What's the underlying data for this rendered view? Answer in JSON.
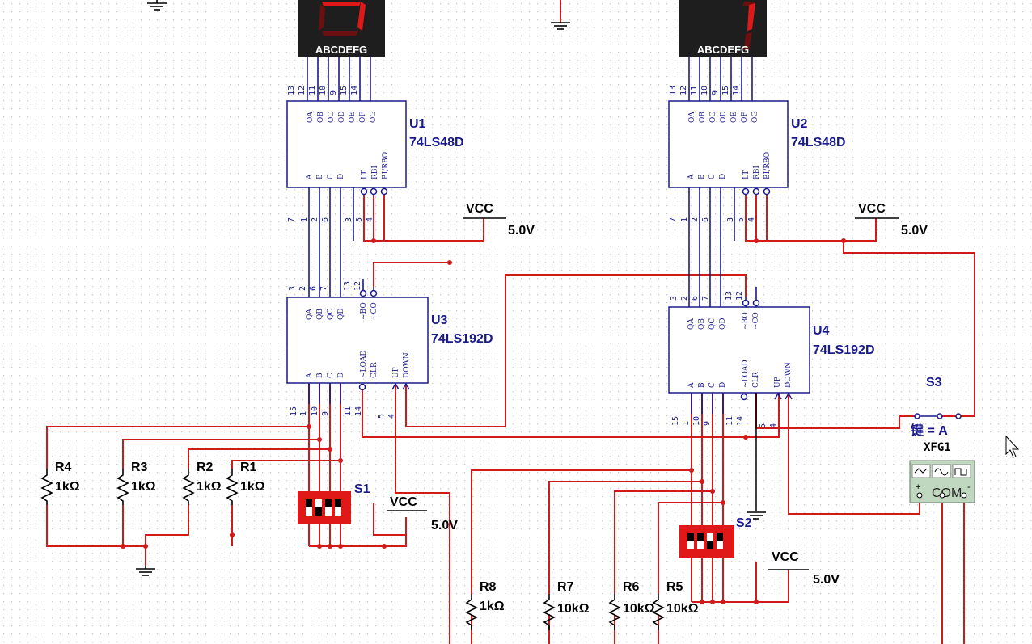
{
  "displays": [
    {
      "segments_label": "ABCDEFG"
    },
    {
      "segments_label": "ABCDEFG"
    }
  ],
  "chips": {
    "u1": {
      "ref": "U1",
      "part": "74LS48D",
      "top_pins": [
        "13",
        "12",
        "11",
        "10",
        "9",
        "15",
        "14"
      ],
      "top_names": [
        "OA",
        "OB",
        "OC",
        "OD",
        "OE",
        "OF",
        "OG"
      ],
      "bottom_names": [
        "A",
        "B",
        "C",
        "D",
        "LT",
        "RBI",
        "BI/RBO"
      ],
      "bottom_pins": [
        "7",
        "1",
        "2",
        "6",
        "3",
        "5",
        "4"
      ]
    },
    "u2": {
      "ref": "U2",
      "part": "74LS48D",
      "top_pins": [
        "13",
        "12",
        "11",
        "10",
        "9",
        "15",
        "14"
      ],
      "top_names": [
        "OA",
        "OB",
        "OC",
        "OD",
        "OE",
        "OF",
        "OG"
      ],
      "bottom_names": [
        "A",
        "B",
        "C",
        "D",
        "LT",
        "RBI",
        "BI/RBO"
      ],
      "bottom_pins": [
        "7",
        "1",
        "2",
        "6",
        "3",
        "5",
        "4"
      ]
    },
    "u3": {
      "ref": "U3",
      "part": "74LS192D",
      "top_pins": [
        "3",
        "2",
        "6",
        "7",
        "13",
        "12"
      ],
      "top_names": [
        "QA",
        "QB",
        "QC",
        "QD",
        "~BO",
        "~CO"
      ],
      "bottom_names": [
        "A",
        "B",
        "C",
        "D",
        "~LOAD",
        "CLR",
        "UP",
        "DOWN"
      ],
      "bottom_pins": [
        "15",
        "1",
        "10",
        "9",
        "11",
        "14",
        "5",
        "4"
      ]
    },
    "u4": {
      "ref": "U4",
      "part": "74LS192D",
      "top_pins": [
        "3",
        "2",
        "6",
        "7",
        "13",
        "12"
      ],
      "top_names": [
        "QA",
        "QB",
        "QC",
        "QD",
        "~BO",
        "~CO"
      ],
      "bottom_names": [
        "A",
        "B",
        "C",
        "D",
        "~LOAD",
        "CLR",
        "UP",
        "DOWN"
      ],
      "bottom_pins": [
        "15",
        "1",
        "10",
        "9",
        "11",
        "14",
        "5",
        "4"
      ]
    }
  },
  "vcc": [
    {
      "label": "VCC",
      "voltage": "5.0V"
    },
    {
      "label": "VCC",
      "voltage": "5.0V"
    },
    {
      "label": "VCC",
      "voltage": "5.0V"
    },
    {
      "label": "VCC",
      "voltage": "5.0V"
    }
  ],
  "resistors": [
    {
      "ref": "R4",
      "value": "1kΩ"
    },
    {
      "ref": "R3",
      "value": "1kΩ"
    },
    {
      "ref": "R2",
      "value": "1kΩ"
    },
    {
      "ref": "R1",
      "value": "1kΩ"
    },
    {
      "ref": "R8",
      "value": "1kΩ"
    },
    {
      "ref": "R7",
      "value": "10kΩ"
    },
    {
      "ref": "R6",
      "value": "10kΩ"
    },
    {
      "ref": "R5",
      "value": "10kΩ"
    }
  ],
  "switches": {
    "s1": "S1",
    "s2": "S2",
    "s3": "S3",
    "s3_key": "键 = A"
  },
  "function_generator": {
    "ref": "XFG1",
    "com_label": "COM",
    "plus": "+",
    "minus": "-"
  },
  "icons": [
    "seven-segment-display-icon",
    "ground-icon",
    "dip-switch-icon",
    "mouse-cursor-icon",
    "sine-wave-icon",
    "square-wave-icon",
    "triangle-wave-icon"
  ],
  "colors": {
    "wire": "#d11a1a",
    "component": "#1a1a8c",
    "dip_body": "#e01818",
    "display_body": "#1e1e1e",
    "grid": "#c8c8c8"
  }
}
